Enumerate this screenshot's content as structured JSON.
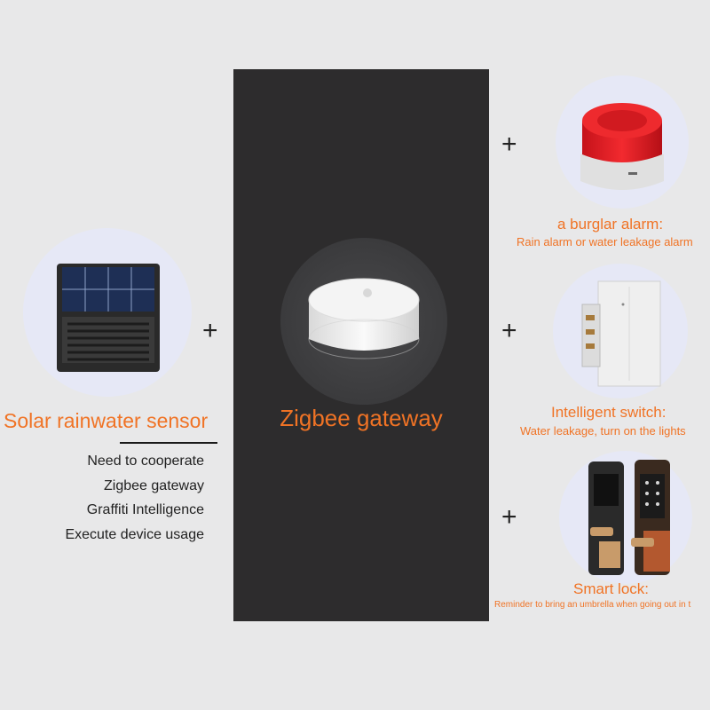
{
  "colors": {
    "background": "#e8e8e9",
    "panel": "#2d2c2d",
    "accent": "#f07325",
    "circle": "#e6e8f6"
  },
  "left": {
    "title": "Solar rainwater sensor",
    "notes": [
      "Need to cooperate",
      "Zigbee gateway",
      "Graffiti Intelligence",
      "Execute device usage"
    ],
    "image_icon": "solar-sensor-icon"
  },
  "center": {
    "title": "Zigbee gateway",
    "image_icon": "zigbee-hub-icon"
  },
  "plus": "+",
  "right": [
    {
      "title": "a burglar alarm:",
      "subtitle": "Rain alarm or water leakage alarm",
      "image_icon": "siren-icon"
    },
    {
      "title": "Intelligent switch:",
      "subtitle": "Water leakage, turn on the lights",
      "image_icon": "wall-switch-icon"
    },
    {
      "title": "Smart lock:",
      "subtitle": "Reminder to bring an umbrella when going out in t",
      "image_icon": "smart-lock-icon"
    }
  ]
}
